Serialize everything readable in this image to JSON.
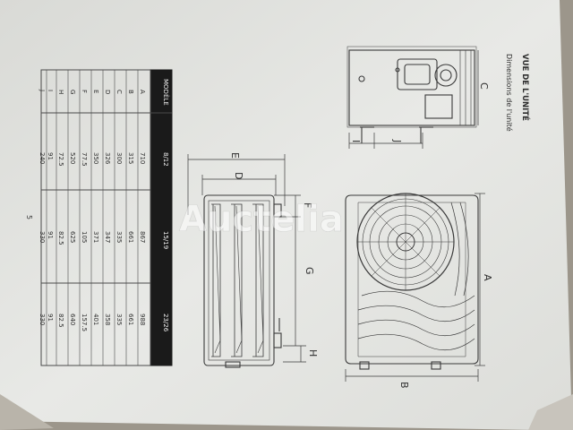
{
  "page": {
    "heading": "VUE DE L'UNITÉ",
    "subheading": "Dimensions de l'unité",
    "page_number": "5",
    "watermark": "Auctelia"
  },
  "dimension_labels": [
    "A",
    "B",
    "C",
    "D",
    "E",
    "F",
    "G",
    "H",
    "I",
    "J"
  ],
  "table": {
    "columns": [
      "MODÈLE",
      "8/12",
      "15/19",
      "23/26"
    ],
    "rows": [
      [
        "A",
        "710",
        "867",
        "988"
      ],
      [
        "B",
        "315",
        "661",
        "661"
      ],
      [
        "C",
        "300",
        "335",
        "335"
      ],
      [
        "D",
        "326",
        "347",
        "358"
      ],
      [
        "E",
        "350",
        "371",
        "401"
      ],
      [
        "F",
        "77.5",
        "105",
        "157.5"
      ],
      [
        "G",
        "520",
        "625",
        "640"
      ],
      [
        "H",
        "72.5",
        "82.5",
        "82.5"
      ],
      [
        "I",
        "91",
        "91",
        "91"
      ],
      [
        "J",
        "240",
        "330",
        "330"
      ]
    ]
  },
  "colors": {
    "paper": "#e4e5e2",
    "ink": "#3a3a3a",
    "table_header": "#1a1a1a",
    "background": "#9c968b"
  }
}
